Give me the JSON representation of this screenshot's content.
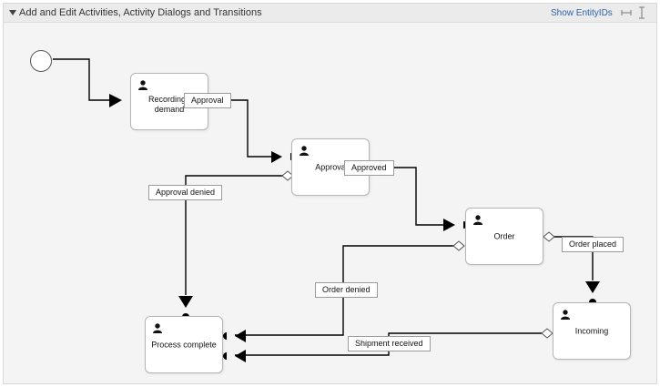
{
  "header": {
    "title": "Add and Edit Activities, Activity Dialogs and Transitions",
    "show_entity_ids": "Show EntityIDs"
  },
  "activities": {
    "recording": "Recording t\ndemand",
    "approval": "Approva",
    "order": "Order",
    "process_complete": "Process complete",
    "incoming": "Incoming"
  },
  "transitions": {
    "approval": "Approval",
    "approved": "Approved",
    "approval_denied": "Approval denied",
    "order_denied": "Order denied",
    "order_placed": "Order placed",
    "shipment_received": "Shipment received"
  },
  "icons": {
    "toggle": "triangle-down-icon",
    "horizontal_expand": "horizontal-expand-icon",
    "vertical_expand": "vertical-expand-icon",
    "activity": "user-icon"
  },
  "colors": {
    "panel_bg": "#f4f4f4",
    "header_bg": "#ebebeb",
    "link": "#2a63a8",
    "edge": "#000000"
  }
}
